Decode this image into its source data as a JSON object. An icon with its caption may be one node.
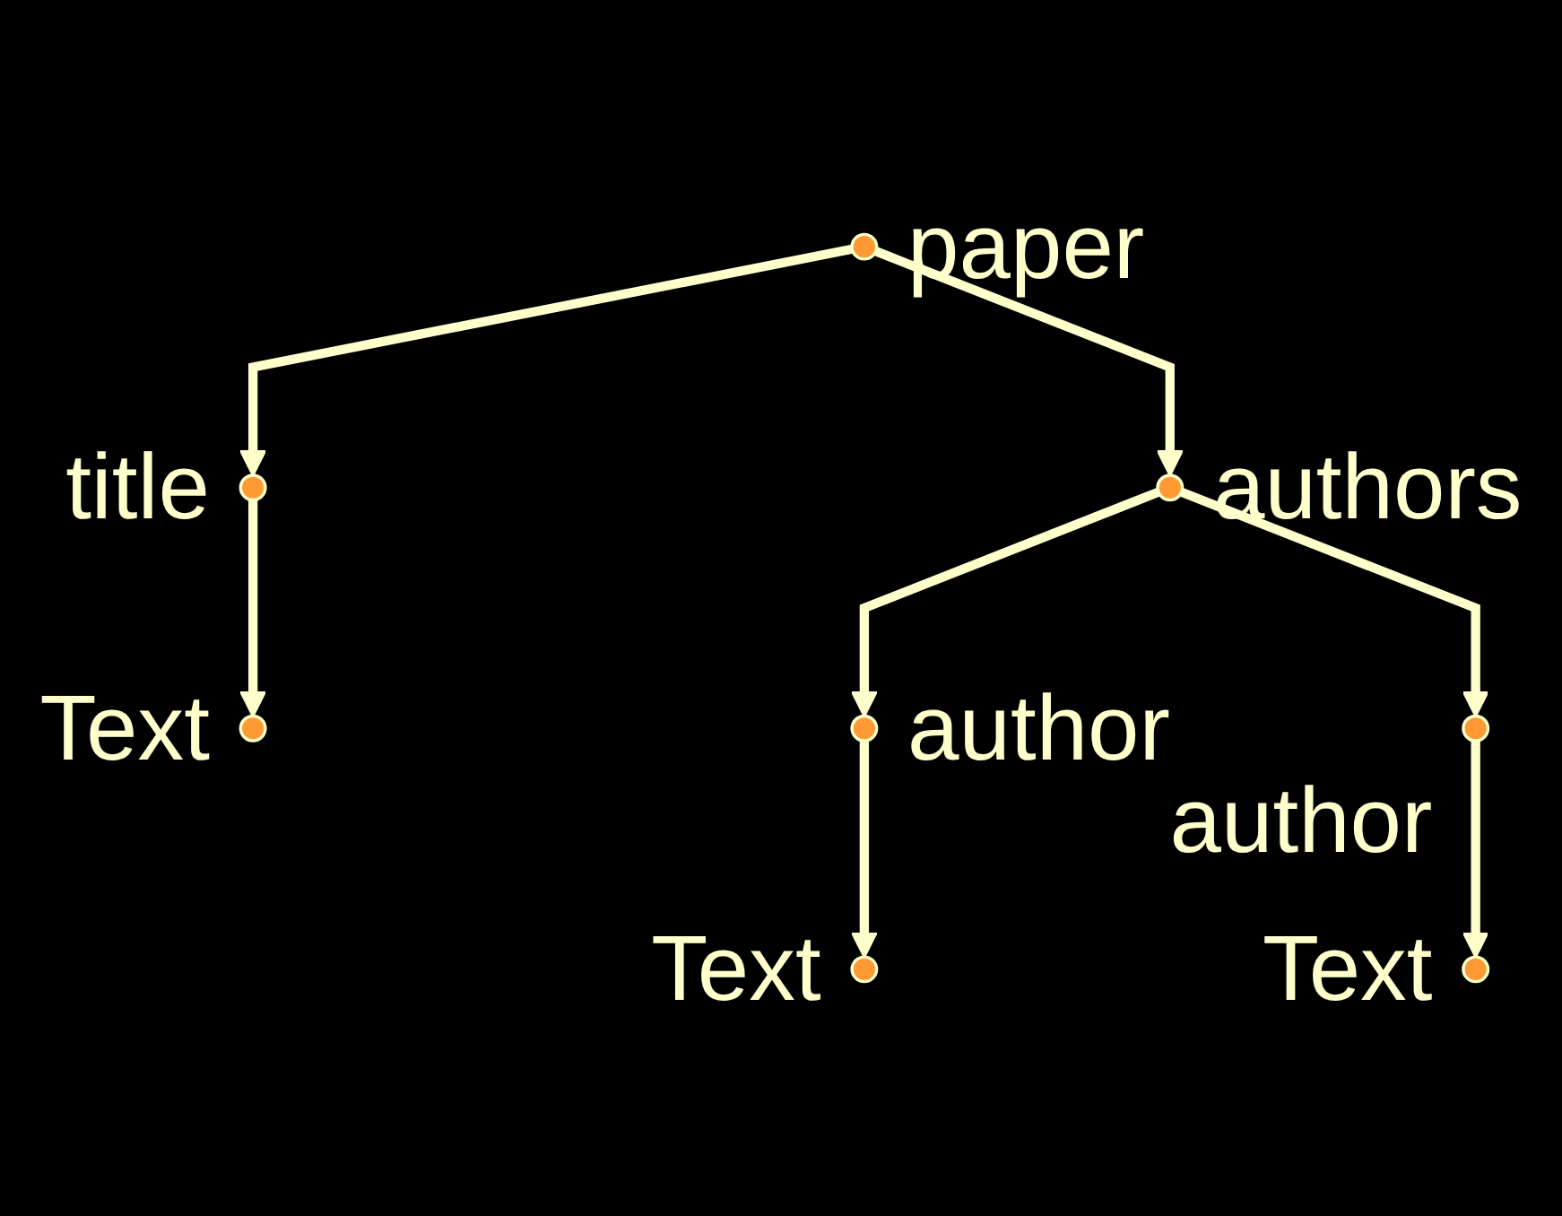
{
  "diagram": {
    "nodes": [
      {
        "text": [],
        "shape": "circle",
        "beside": [
          "paper"
        ]
      },
      {
        "text": [],
        "shape": "circle",
        "beside": [
          "title"
        ]
      },
      {
        "text": [],
        "shape": "circle",
        "beside": [
          "authors"
        ]
      },
      {
        "text": [],
        "shape": "circle",
        "beside": [
          "Text"
        ]
      },
      {
        "text": [],
        "shape": "circle",
        "beside": [
          "author"
        ]
      },
      {
        "text": [],
        "shape": "circle",
        "beside": [
          "author"
        ]
      },
      {
        "text": [],
        "shape": "circle",
        "beside": [
          "Text"
        ]
      },
      {
        "text": [],
        "shape": "circle",
        "beside": [
          "Text"
        ]
      }
    ],
    "edges": [
      {
        "from": 0,
        "to": 1,
        "arrow": "to"
      },
      {
        "from": 0,
        "to": 2,
        "arrow": "to"
      },
      {
        "from": 1,
        "to": 3,
        "arrow": "to"
      },
      {
        "from": 2,
        "to": 4,
        "arrow": "to"
      },
      {
        "from": 2,
        "to": 5,
        "arrow": "to"
      },
      {
        "from": 4,
        "to": 6,
        "arrow": "to"
      },
      {
        "from": 5,
        "to": 7,
        "arrow": "to"
      }
    ]
  }
}
